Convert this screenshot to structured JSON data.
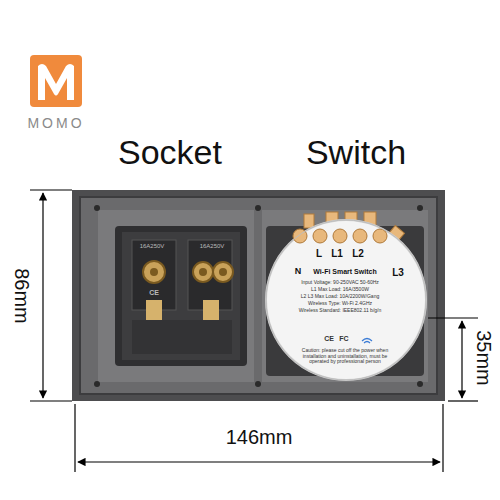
{
  "diagram": {
    "labels": [
      "MOMO",
      "Socket",
      "Switch",
      "86mm",
      "146mm",
      "35mm",
      "16A250V",
      "16A250V",
      "CE",
      "L",
      "L1",
      "L2",
      "N",
      "Wi-Fi Smart Switch",
      "L3",
      "Input Voltage: 90-250VAC 50-60Hz",
      "L1 Max Load: 16A/3500W",
      "L2 L3 Max Load: 10A/2200W/Gang",
      "Wireless Type: Wi-Fi 2.4GHz",
      "Wireless Standard: IEEE802.11 b/g/n",
      "CE",
      "FC",
      "Caution: please cut off the power when installation and uninstallation, must be operated by professional person"
    ]
  }
}
